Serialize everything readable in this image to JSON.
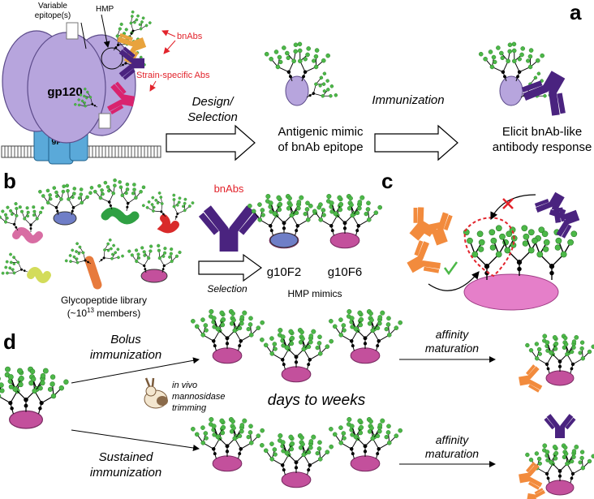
{
  "panels": {
    "a": "a",
    "b": "b",
    "c": "c",
    "d": "d"
  },
  "a": {
    "variable_epitope_line1": "Variable",
    "variable_epitope_line2": "epitope(s)",
    "hmp": "HMP",
    "bnabs": "bnAbs",
    "strain_specific": "Strain-specific Abs",
    "gp120": "gp120",
    "gp41": "gp41",
    "design_line1": "Design/",
    "design_line2": "Selection",
    "mimic_line1": "Antigenic mimic",
    "mimic_line2": "of bnAb epitope",
    "immunization": "Immunization",
    "elicit_line1": "Elicit bnAb-like",
    "elicit_line2": "antibody response"
  },
  "b": {
    "bnabs": "bnAbs",
    "library_line1": "Glycopeptide library",
    "library_line2_pre": "(~10",
    "library_line2_sup": "13",
    "library_line2_post": " members)",
    "selection": "Selection",
    "g10f2": "g10F2",
    "g10f6": "g10F6",
    "hmp_mimics": "HMP mimics"
  },
  "d": {
    "bolus_line1": "Bolus",
    "bolus_line2": "immunization",
    "sustained_line1": "Sustained",
    "sustained_line2": "immunization",
    "in_vivo_line1": "in vivo",
    "in_vivo_line2": "mannosidase",
    "in_vivo_line3": "trimming",
    "days_to_weeks": "days to weeks",
    "affinity_line1": "affinity",
    "affinity_line2": "maturation"
  },
  "colors": {
    "glycan_green": "#4cb848",
    "gp120_purple": "#b7a5dd",
    "gp41_blue": "#5aa9d9",
    "bnab_purple": "#4a237f",
    "bnab_orange": "#e8a33d",
    "strain_pink": "#d9236e",
    "antibody_orange": "#f28b3d",
    "particle_magenta": "#c3509c",
    "text_red": "#e2232b"
  }
}
